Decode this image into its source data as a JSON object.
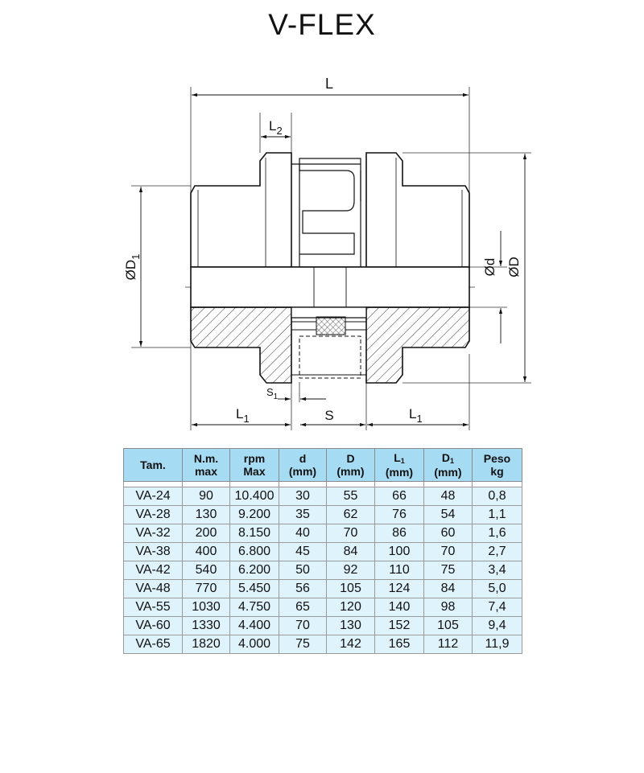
{
  "title": "V-FLEX",
  "dimensions": {
    "L": "L",
    "L2_main": "L",
    "L2_sub": "2",
    "D1_prefix": "Ø",
    "D1_main": "D",
    "D1_sub": "1",
    "d": "Ød",
    "D": "ØD",
    "s1_main": "S",
    "s1_sub": "1",
    "S": "S",
    "L1_main": "L",
    "L1_sub": "1"
  },
  "table": {
    "headers": [
      {
        "l1": "Tam.",
        "l2": ""
      },
      {
        "l1": "N.m.",
        "l2": "max"
      },
      {
        "l1": "rpm",
        "l2": "Max"
      },
      {
        "l1": "d",
        "l2": "(mm)"
      },
      {
        "l1": "D",
        "l2": "(mm)"
      },
      {
        "l1": "L",
        "l1sub": "1",
        "l2": "(mm)"
      },
      {
        "l1": "D",
        "l1sub": "1",
        "l2": "(mm)"
      },
      {
        "l1": "Peso",
        "l2": "kg"
      }
    ],
    "rows": [
      [
        "VA-24",
        "90",
        "10.400",
        "30",
        "55",
        "66",
        "48",
        "0,8"
      ],
      [
        "VA-28",
        "130",
        "9.200",
        "35",
        "62",
        "76",
        "54",
        "1,1"
      ],
      [
        "VA-32",
        "200",
        "8.150",
        "40",
        "70",
        "86",
        "60",
        "1,6"
      ],
      [
        "VA-38",
        "400",
        "6.800",
        "45",
        "84",
        "100",
        "70",
        "2,7"
      ],
      [
        "VA-42",
        "540",
        "6.200",
        "50",
        "92",
        "110",
        "75",
        "3,4"
      ],
      [
        "VA-48",
        "770",
        "5.450",
        "56",
        "105",
        "124",
        "84",
        "5,0"
      ],
      [
        "VA-55",
        "1030",
        "4.750",
        "65",
        "120",
        "140",
        "98",
        "7,4"
      ],
      [
        "VA-60",
        "1330",
        "4.400",
        "70",
        "130",
        "152",
        "105",
        "9,4"
      ],
      [
        "VA-65",
        "1820",
        "4.000",
        "75",
        "142",
        "165",
        "112",
        "11,9"
      ]
    ]
  },
  "colors": {
    "header_bg": "#a6dcf3",
    "row_bg": "#dff3fc",
    "line": "#111111"
  }
}
